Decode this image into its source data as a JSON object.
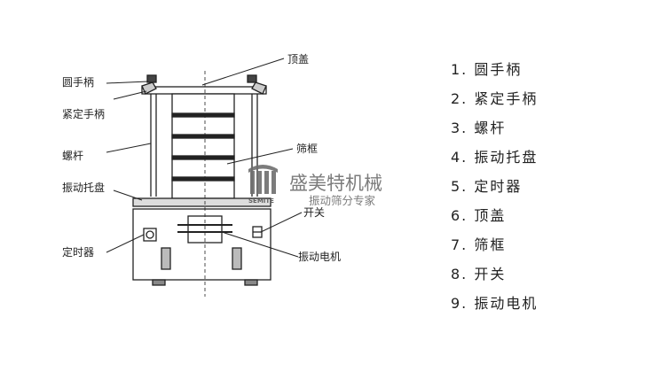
{
  "labels": {
    "handwheel": "圆手柄",
    "tighten": "紧定手柄",
    "screw": "螺杆",
    "tray": "振动托盘",
    "timer": "定时器",
    "top_cover": "顶盖",
    "sieve_frame": "筛框",
    "switch": "开关",
    "motor": "振动电机"
  },
  "legend": [
    "1. 圆手柄",
    "2. 紧定手柄",
    "3. 螺杆",
    "4. 振动托盘",
    "5. 定时器",
    "6. 顶盖",
    "7. 筛框",
    "8. 开关",
    "9. 振动电机"
  ],
  "watermark": {
    "title": "盛美特机械",
    "subtitle": "振动筛分专家",
    "brand": "SEMITE",
    "color": "#6e6e6e"
  }
}
